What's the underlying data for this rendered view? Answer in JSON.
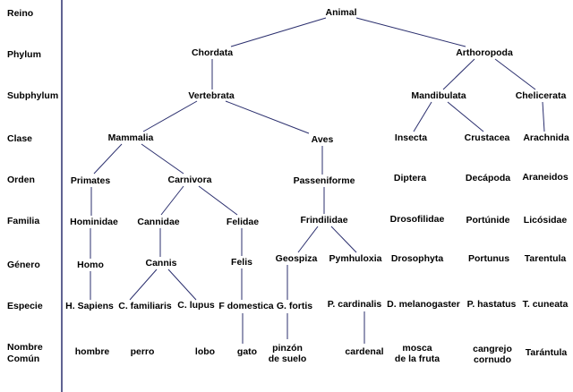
{
  "colors": {
    "tree_line": "#2b2f6e",
    "divider": "#2b2f6e",
    "text": "#000000",
    "background": "#ffffff"
  },
  "ranks": [
    "Reino",
    "Phylum",
    "Subphylum",
    "Clase",
    "Orden",
    "Familia",
    "Género",
    "Especie",
    "Nombre",
    "Común"
  ],
  "nodes": {
    "animal": "Animal",
    "chordata": "Chordata",
    "arthoropoda": "Arthoropoda",
    "vertebrata": "Vertebrata",
    "mandibulata": "Mandibulata",
    "chelicerata": "Chelicerata",
    "mammalia": "Mammalia",
    "aves": "Aves",
    "insecta": "Insecta",
    "crustacea": "Crustacea",
    "arachnida": "Arachnida",
    "primates": "Primates",
    "carnivora": "Carnivora",
    "passeniforme": "Passeniforme",
    "diptera": "Diptera",
    "decapoda": "Decápoda",
    "araneidos": "Araneidos",
    "hominidae": "Hominidae",
    "cannidae": "Cannidae",
    "felidae": "Felidae",
    "frindilidae": "Frindilidae",
    "drosofilidae": "Drosofilidae",
    "portunide": "Portúnide",
    "licosidae": "Licósidae",
    "homo": "Homo",
    "cannis": "Cannis",
    "felis": "Felis",
    "geospiza": "Geospiza",
    "pymhuloxia": "Pymhuloxia",
    "drosophyta": "Drosophyta",
    "portunus": "Portunus",
    "tarentula": "Tarentula",
    "h_sapiens": "H. Sapiens",
    "c_familiaris": "C. familiaris",
    "c_lupus": "C. lupus",
    "f_domestica": "F domestica",
    "g_fortis": "G. fortis",
    "p_cardinalis": "P. cardinalis",
    "d_melanogaster": "D. melanogaster",
    "p_hastatus": "P. hastatus",
    "t_cuneata": "T. cuneata",
    "hombre": "hombre",
    "perro": "perro",
    "lobo": "lobo",
    "gato": "gato",
    "pinzon_1": "pinzón",
    "pinzon_2": "de suelo",
    "cardenal": "cardenal",
    "mosca_1": "mosca",
    "mosca_2": "de la fruta",
    "cangrejo_1": "cangrejo",
    "cangrejo_2": "cornudo",
    "tarantula": "Tarántula"
  }
}
